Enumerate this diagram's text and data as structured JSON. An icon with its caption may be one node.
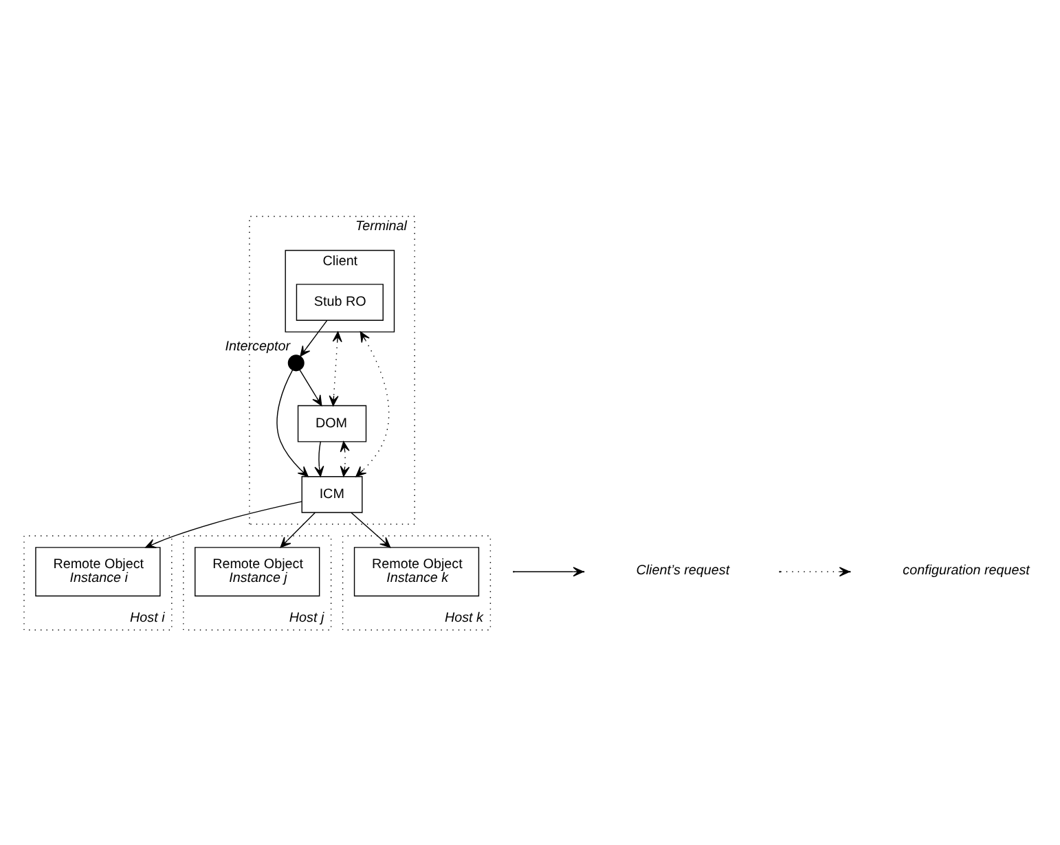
{
  "diagram": {
    "nodes": [
      {
        "text": [
          "Terminal"
        ]
      },
      {
        "text": [
          "Client"
        ],
        "in": 0
      },
      {
        "text": [
          "Stub RO"
        ],
        "in": 1
      },
      {
        "text": [],
        "shape": "circle",
        "beside": [
          "Interceptor"
        ],
        "in": 0
      },
      {
        "text": [
          "DOM"
        ],
        "in": 0
      },
      {
        "text": [
          "ICM"
        ],
        "in": 0
      },
      {
        "text": [
          "Host i"
        ]
      },
      {
        "text": [
          "Remote Object",
          "Instance i"
        ],
        "in": 6
      },
      {
        "text": [
          "Host j"
        ]
      },
      {
        "text": [
          "Remote Object",
          "Instance j"
        ],
        "in": 8
      },
      {
        "text": [
          "Host k"
        ]
      },
      {
        "text": [
          "Remote Object",
          "Instance k"
        ],
        "in": 10
      }
    ],
    "edges": [
      {
        "from": 2,
        "to": 3,
        "arrow": "to"
      },
      {
        "from": 3,
        "to": 4,
        "arrow": "to"
      },
      {
        "from": 3,
        "to": 5,
        "arrow": "to"
      },
      {
        "from": 4,
        "to": 5,
        "arrow": "to"
      },
      {
        "from": 1,
        "to": 5,
        "arrow": "both",
        "style": "dashed"
      },
      {
        "from": 1,
        "to": 4,
        "arrow": "both",
        "style": "dashed"
      },
      {
        "from": 4,
        "to": 5,
        "arrow": "both",
        "style": "dashed"
      },
      {
        "from": 5,
        "to": 7,
        "arrow": "to"
      },
      {
        "from": 5,
        "to": 9,
        "arrow": "to"
      },
      {
        "from": 5,
        "to": 11,
        "arrow": "to"
      }
    ],
    "legend": [
      {
        "text": "Client’s request"
      },
      {
        "text": "configuration request"
      }
    ]
  }
}
